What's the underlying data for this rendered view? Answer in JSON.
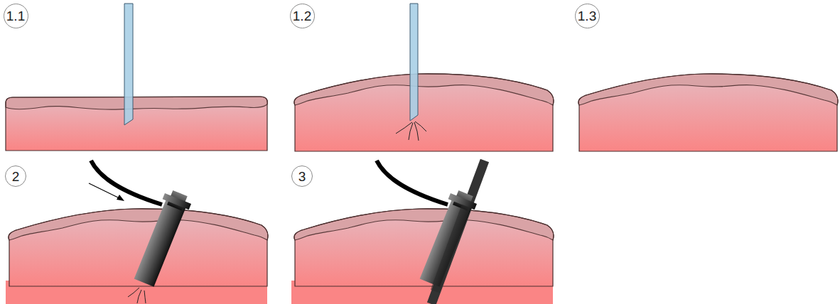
{
  "diagram": {
    "nodes": [
      {
        "text": [
          "1.1"
        ]
      },
      {
        "text": [
          "1.2"
        ]
      },
      {
        "text": [
          "1.3"
        ]
      },
      {
        "text": [
          "2"
        ]
      },
      {
        "text": [
          "3"
        ]
      }
    ]
  }
}
